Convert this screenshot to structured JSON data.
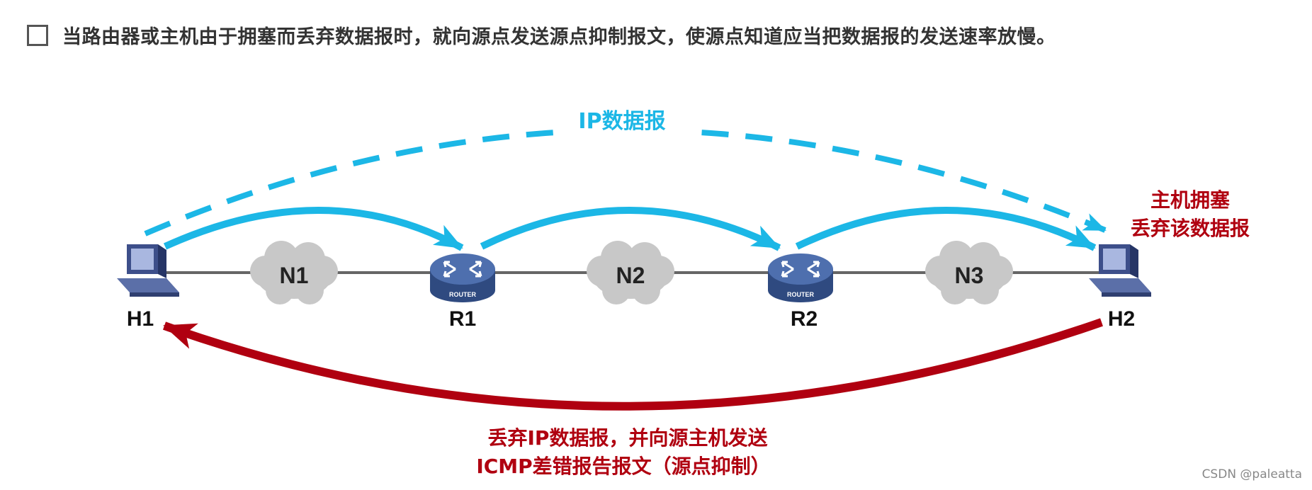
{
  "header": {
    "text": "当路由器或主机由于拥塞而丢弃数据报时，就向源点发送源点抑制报文，使源点知道应当把数据报的发送速率放慢。"
  },
  "diagram": {
    "top_label": "IP数据报",
    "congestion_label_line1": "主机拥塞",
    "congestion_label_line2": "丢弃该数据报",
    "bottom_label_line1": "丢弃IP数据报，并向源主机发送",
    "bottom_label_line2": "ICMP差错报告报文（源点抑制）",
    "hosts": [
      {
        "label": "H1"
      },
      {
        "label": "H2"
      }
    ],
    "routers": [
      {
        "label": "R1",
        "badge": "ROUTER"
      },
      {
        "label": "R2",
        "badge": "ROUTER"
      }
    ],
    "networks": [
      {
        "label": "N1"
      },
      {
        "label": "N2"
      },
      {
        "label": "N3"
      }
    ]
  },
  "colors": {
    "blue": "#1cb7e6",
    "red": "#b00010",
    "cloud": "#c8c8c8",
    "link": "#666666",
    "router": "#3c5a93"
  },
  "watermark": "CSDN @paleatta"
}
